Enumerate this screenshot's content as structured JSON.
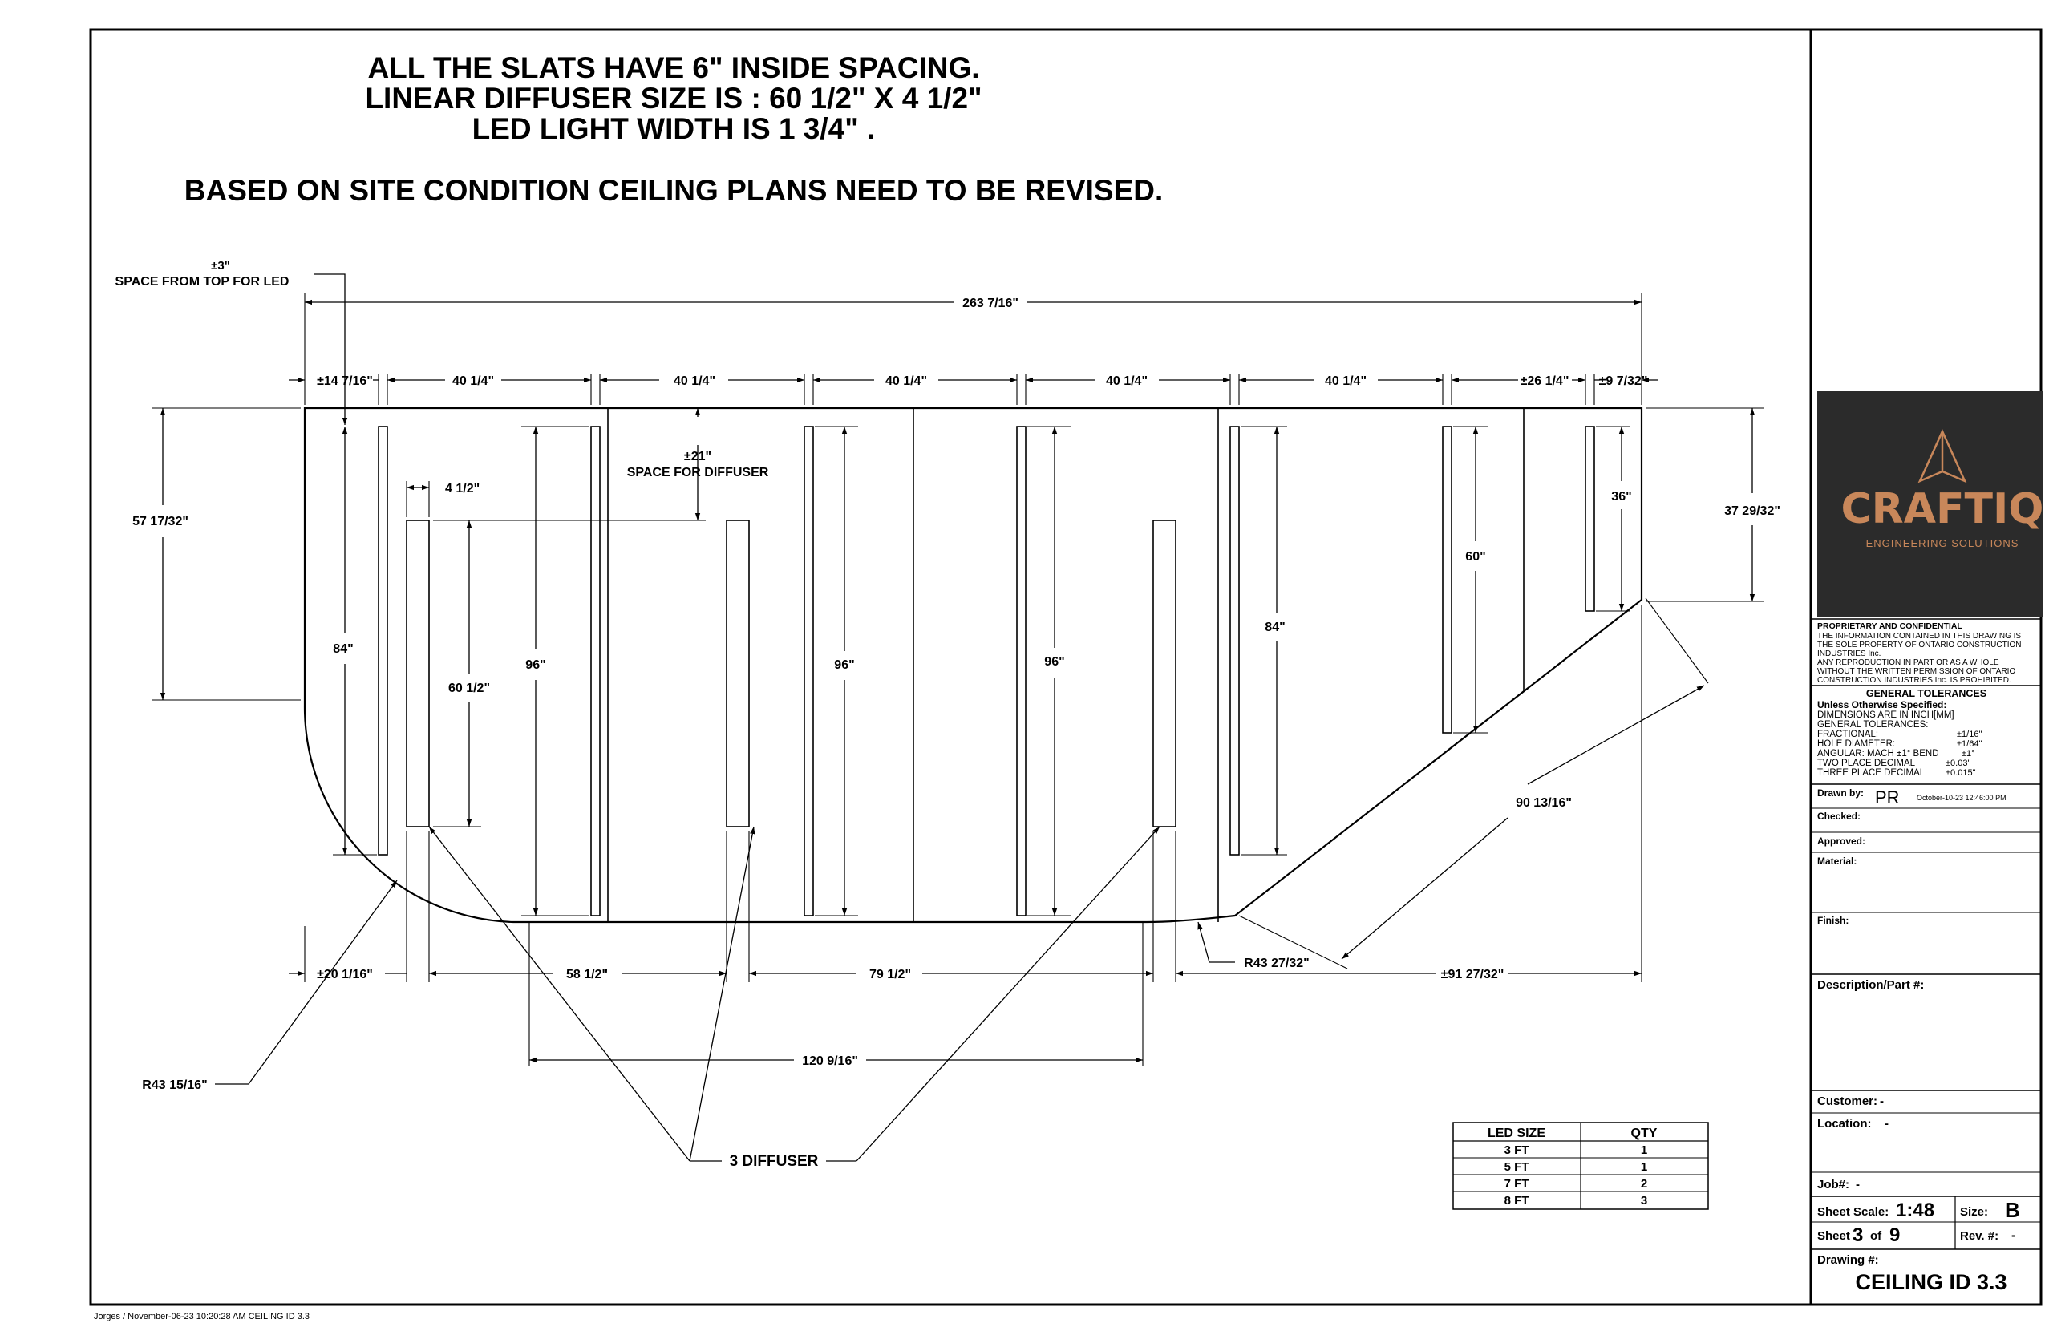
{
  "notes": {
    "line1": "ALL THE SLATS HAVE 6\" INSIDE SPACING.",
    "line2": "LINEAR DIFFUSER SIZE IS : 60 1/2\" X 4 1/2\"",
    "line3": "LED LIGHT  WIDTH IS 1 3/4\" .",
    "line4": "BASED ON SITE CONDITION CEILING PLANS NEED TO BE REVISED."
  },
  "annotations": {
    "led_space_value": "±3\"",
    "led_space_label": "SPACE FROM TOP FOR LED",
    "diffuser_space_value": "±21\"",
    "diffuser_space_label": "SPACE FOR DIFFUSER",
    "diffuser_callout": "3 DIFFUSER"
  },
  "dimensions": {
    "overall_width": "263 7/16\"",
    "top_left_offset": "±14 7/16\"",
    "bay1": "40 1/4\"",
    "bay2": "40 1/4\"",
    "bay3": "40 1/4\"",
    "bay4": "40 1/4\"",
    "bay5": "40 1/4\"",
    "top_right_a": "±26 1/4\"",
    "top_right_b": "±9 7/32\"",
    "left_height": "57 17/32\"",
    "right_height": "37 29/32\"",
    "diffuser_width": "4 1/2\"",
    "slat_84_left": "84\"",
    "diffuser_len": "60 1/2\"",
    "slat_96_a": "96\"",
    "slat_96_b": "96\"",
    "slat_96_c": "96\"",
    "slat_84_right": "84\"",
    "slat_60": "60\"",
    "slat_36": "36\"",
    "diagonal": "90 13/16\"",
    "bottom_left": "±20 1/16\"",
    "bottom_b1": "58 1/2\"",
    "bottom_b2": "79 1/2\"",
    "bottom_right": "±91 27/32\"",
    "diffuser_span": "120 9/16\"",
    "radius_left": "R43 15/16\"",
    "radius_right": "R43 27/32\""
  },
  "led_table": {
    "headers": [
      "LED SIZE",
      "QTY"
    ],
    "rows": [
      [
        "3 FT",
        "1"
      ],
      [
        "5 FT",
        "1"
      ],
      [
        "7 FT",
        "2"
      ],
      [
        "8 FT",
        "3"
      ]
    ]
  },
  "title_block": {
    "logo_name": "CRAFTIQ",
    "logo_tagline": "ENGINEERING SOLUTIONS",
    "brand_color": "#c8875a",
    "logo_bg": "#2b2b2b",
    "prop_title": "PROPRIETARY AND CONFIDENTIAL",
    "prop_lines": [
      "THE INFORMATION CONTAINED IN THIS DRAWING IS",
      "THE SOLE PROPERTY OF ONTARIO CONSTRUCTION",
      "INDUSTRIES Inc.",
      "ANY REPRODUCTION IN PART OR AS A WHOLE",
      "WITHOUT THE WRITTEN PERMISSION OF ONTARIO",
      "CONSTRUCTION INDUSTRIES Inc. IS PROHIBITED."
    ],
    "tol_title": "GENERAL TOLERANCES",
    "tol_unless": "Unless Otherwise Specified:",
    "tol_lines": [
      [
        "DIMENSIONS ARE IN INCH[MM]",
        ""
      ],
      [
        "GENERAL TOLERANCES:",
        ""
      ],
      [
        "FRACTIONAL:",
        "±1/16\""
      ],
      [
        "HOLE DIAMETER:",
        "±1/64\""
      ],
      [
        "ANGULAR: MACH ±1° BEND",
        "±1°"
      ],
      [
        "TWO PLACE DECIMAL",
        "±0.03\""
      ],
      [
        "THREE PLACE DECIMAL",
        "±0.015\""
      ]
    ],
    "drawn_by_label": "Drawn by:",
    "drawn_by": "PR",
    "drawn_date": "October-10-23 12:46:00 PM",
    "checked_label": "Checked:",
    "approved_label": "Approved:",
    "material_label": "Material:",
    "finish_label": "Finish:",
    "description_label": "Description/Part #:",
    "customer_label": "Customer:",
    "customer": "-",
    "location_label": "Location:",
    "location": "-",
    "job_label": "Job#:",
    "job": "-",
    "scale_label": "Sheet Scale:",
    "scale": "1:48",
    "size_label": "Size:",
    "size": "B",
    "sheet_label": "Sheet",
    "sheet_num": "3",
    "sheet_of": "of",
    "sheet_total": "9",
    "rev_label": "Rev. #:",
    "rev": "-",
    "drawing_label": "Drawing #:",
    "drawing_no": "CEILING ID 3.3"
  },
  "footer": "Jorges / November-06-23 10:20:28 AM  CEILING ID 3.3"
}
